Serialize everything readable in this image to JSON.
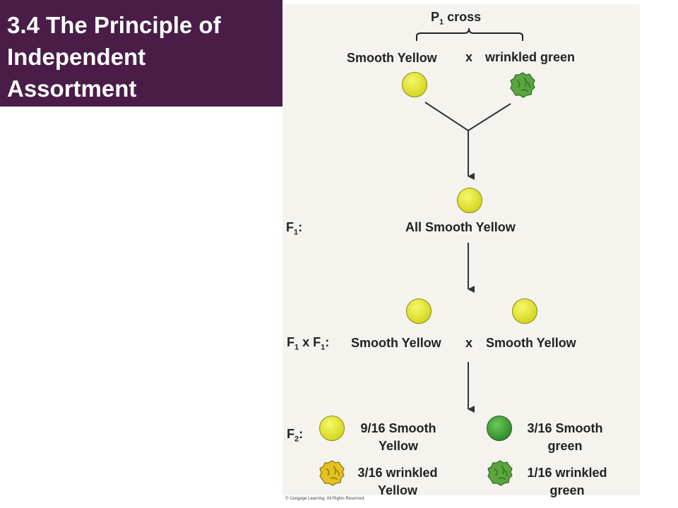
{
  "title": "3.4 The Principle of Independent Assortment",
  "p1": {
    "label": "P",
    "sub": "1",
    "suffix": " cross",
    "left_pea": "Smooth Yellow",
    "x": "x",
    "right_pea": "wrinkled green"
  },
  "f1": {
    "label": "F",
    "sub": "1",
    "suffix": ":",
    "result": "All Smooth Yellow"
  },
  "f1xf1": {
    "label_a": "F",
    "sub_a": "1",
    "mid": " x F",
    "sub_b": "1",
    "suffix": ":",
    "left": "Smooth Yellow",
    "x": "x",
    "right": "Smooth Yellow"
  },
  "f2": {
    "label": "F",
    "sub": "2",
    "suffix": ":",
    "smooth_yellow": "9/16 Smooth Yellow",
    "smooth_green": "3/16 Smooth green",
    "wrinkled_yellow": "3/16 wrinkled Yellow",
    "wrinkled_green": "1/16 wrinkled green"
  },
  "credit": "© Cengage Learning. All Rights Reserved.",
  "colors": {
    "title_bg": "#4a1d48",
    "panel_bg": "#f4f3ee",
    "yellow_pea": "#e6ea2a",
    "green_pea": "#45a03a",
    "wrinkled_green": "#5aa53e",
    "wrinkled_yellow": "#e4c21e"
  }
}
